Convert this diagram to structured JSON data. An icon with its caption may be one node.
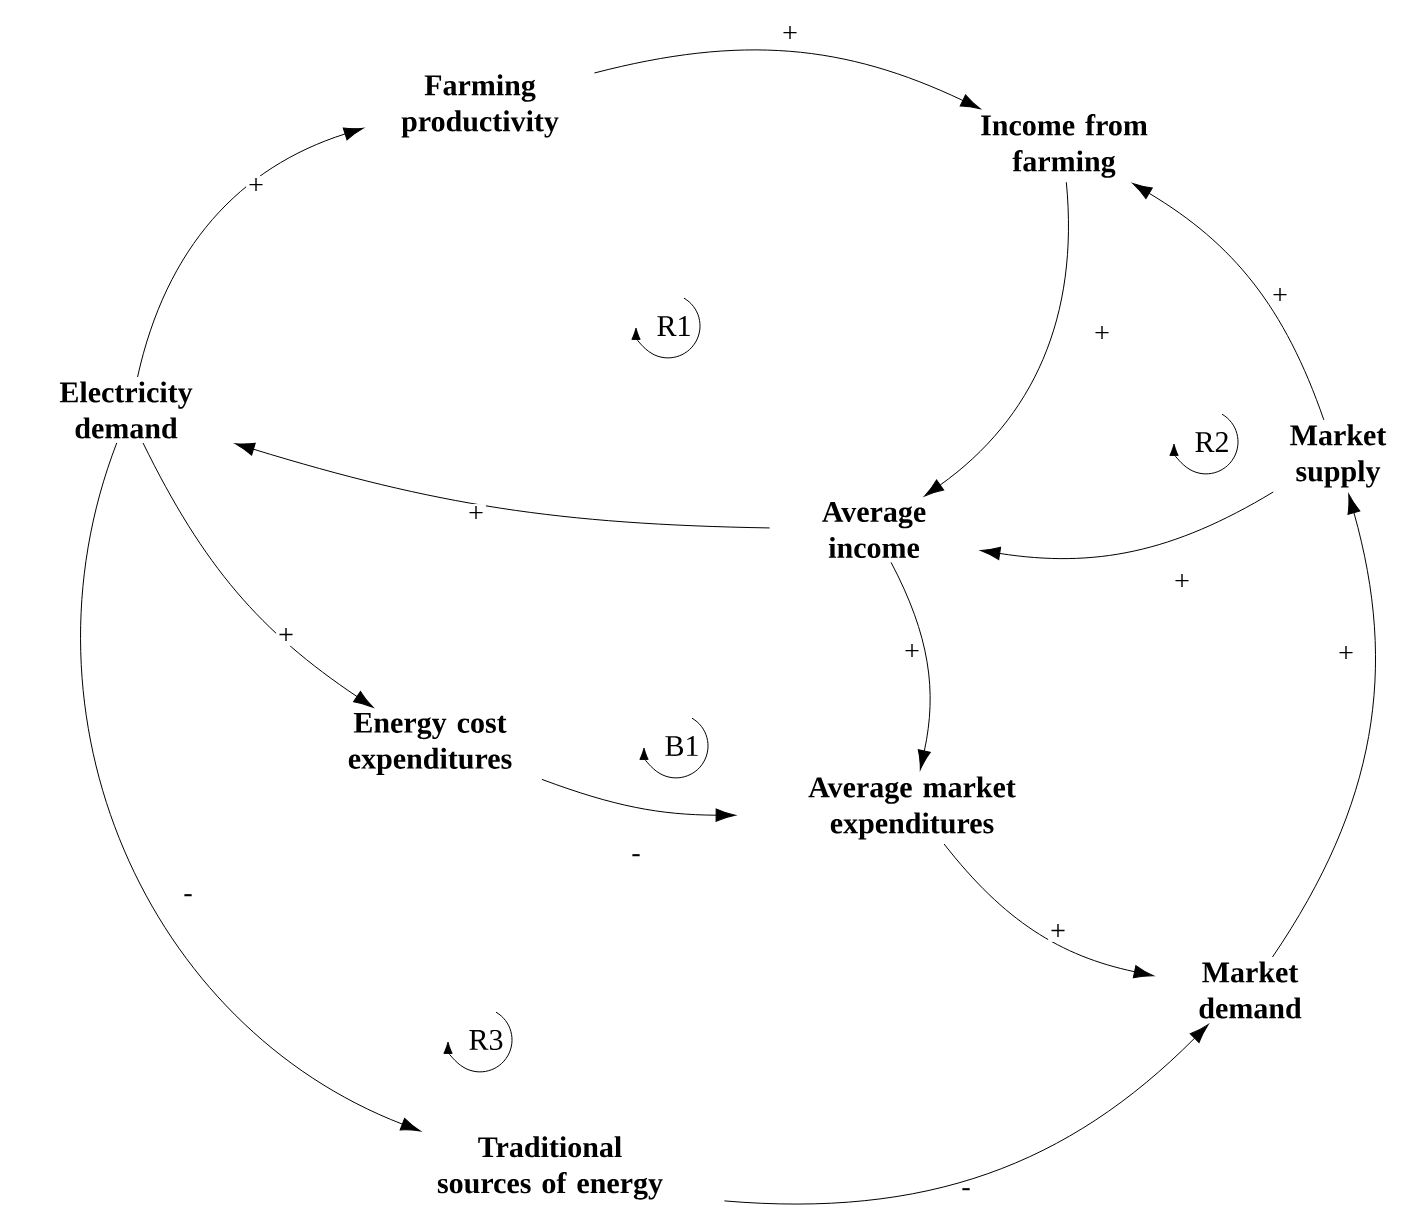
{
  "diagram": {
    "nodes": [
      {
        "text": [
          "Farming productivity"
        ]
      },
      {
        "text": [
          "Income from farming"
        ]
      },
      {
        "text": [
          "Electricity demand"
        ]
      },
      {
        "text": [
          "Market supply"
        ]
      },
      {
        "text": [
          "Average income"
        ]
      },
      {
        "text": [
          "Energy cost expenditures"
        ]
      },
      {
        "text": [
          "Average market expenditures"
        ]
      },
      {
        "text": [
          "Market demand"
        ]
      },
      {
        "text": [
          "Traditional sources of energy"
        ]
      }
    ],
    "edges": [
      {
        "from": 0,
        "to": 1,
        "arrow": "to",
        "label": "+"
      },
      {
        "from": 1,
        "to": 4,
        "arrow": "to",
        "label": "+"
      },
      {
        "from": 3,
        "to": 1,
        "arrow": "to",
        "label": "+"
      },
      {
        "from": 3,
        "to": 4,
        "arrow": "to",
        "label": "+"
      },
      {
        "from": 4,
        "to": 2,
        "arrow": "to",
        "label": "+"
      },
      {
        "from": 2,
        "to": 0,
        "arrow": "to",
        "label": "+"
      },
      {
        "from": 2,
        "to": 5,
        "arrow": "to",
        "label": "+"
      },
      {
        "from": 4,
        "to": 6,
        "arrow": "to",
        "label": "+"
      },
      {
        "from": 5,
        "to": 6,
        "arrow": "to",
        "label": "-"
      },
      {
        "from": 6,
        "to": 7,
        "arrow": "to",
        "label": "+"
      },
      {
        "from": 7,
        "to": 3,
        "arrow": "to",
        "label": "+"
      },
      {
        "from": 2,
        "to": 8,
        "arrow": "to",
        "label": "-"
      },
      {
        "from": 8,
        "to": 7,
        "arrow": "to",
        "label": "-"
      }
    ],
    "labels": [
      "R1",
      "R2",
      "B1",
      "R3"
    ]
  }
}
